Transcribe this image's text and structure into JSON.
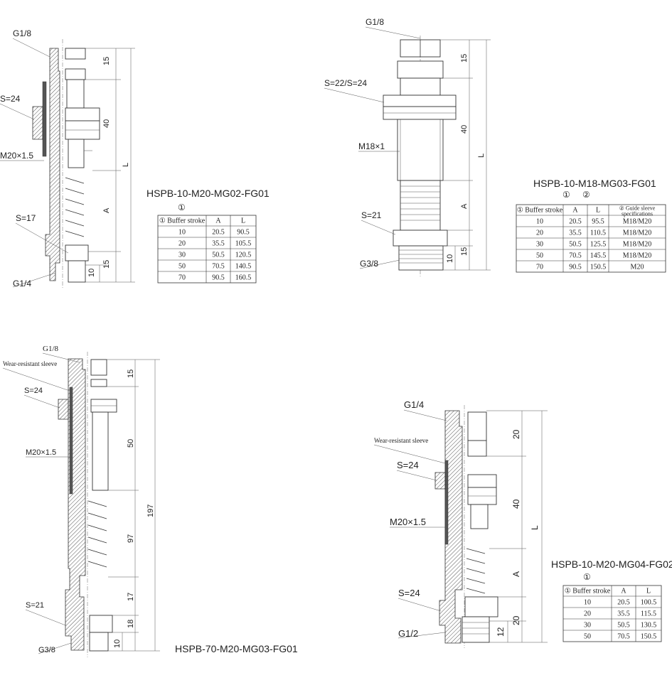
{
  "views": {
    "v1": {
      "title": "HSPB-10-M20-MG02-FG01",
      "markers": [
        "①"
      ],
      "labels": {
        "top_thread": "G1/8",
        "nut": "S=24",
        "thread": "M20×1.5",
        "bottom_nut": "S=17",
        "bottom_thread": "G1/4"
      },
      "dims": {
        "d1": "15",
        "d2": "40",
        "d3": "A",
        "d4": "15",
        "d5": "10",
        "total": "L"
      },
      "table": {
        "headers": [
          "① Buffer stroke",
          "A",
          "L"
        ],
        "rows": [
          [
            "10",
            "20.5",
            "90.5"
          ],
          [
            "20",
            "35.5",
            "105.5"
          ],
          [
            "30",
            "50.5",
            "120.5"
          ],
          [
            "50",
            "70.5",
            "140.5"
          ],
          [
            "70",
            "90.5",
            "160.5"
          ]
        ]
      }
    },
    "v2": {
      "title": "HSPB-10-M18-MG03-FG01",
      "markers": [
        "①",
        "②"
      ],
      "labels": {
        "top_thread": "G1/8",
        "nut": "S=22/S=24",
        "thread": "M18×1",
        "bottom_nut": "S=21",
        "bottom_thread": "G3/8"
      },
      "dims": {
        "d1": "15",
        "d2": "40",
        "d3": "A",
        "d4": "15",
        "d5": "10",
        "total": "L"
      },
      "table": {
        "headers": [
          "① Buffer stroke",
          "A",
          "L",
          "② Guide sleeve specifications"
        ],
        "rows": [
          [
            "10",
            "20.5",
            "95.5",
            "M18/M20"
          ],
          [
            "20",
            "35.5",
            "110.5",
            "M18/M20"
          ],
          [
            "30",
            "50.5",
            "125.5",
            "M18/M20"
          ],
          [
            "50",
            "70.5",
            "145.5",
            "M18/M20"
          ],
          [
            "70",
            "90.5",
            "150.5",
            "M20"
          ]
        ]
      }
    },
    "v3": {
      "title": "HSPB-70-M20-MG03-FG01",
      "labels": {
        "top_thread": "G1/8",
        "sleeve": "Wear-resistant sleeve",
        "nut": "S=24",
        "thread": "M20×1.5",
        "bottom_nut": "S=21",
        "bottom_thread": "G3/8"
      },
      "dims": {
        "d1": "15",
        "d2": "50",
        "d3": "97",
        "d4": "17",
        "d5": "18",
        "d6": "10",
        "total": "197"
      }
    },
    "v4": {
      "title": "HSPB-10-M20-MG04-FG02",
      "markers": [
        "①"
      ],
      "labels": {
        "top_thread": "G1/4",
        "sleeve": "Wear-resistant sleeve",
        "nut": "S=24",
        "thread": "M20×1.5",
        "bottom_nut": "S=24",
        "bottom_thread": "G1/2"
      },
      "dims": {
        "d1": "20",
        "d2": "40",
        "d3": "A",
        "d4": "20",
        "d5": "12",
        "total": "L"
      },
      "table": {
        "headers": [
          "① Buffer stroke",
          "A",
          "L"
        ],
        "rows": [
          [
            "10",
            "20.5",
            "100.5"
          ],
          [
            "20",
            "35.5",
            "115.5"
          ],
          [
            "30",
            "50.5",
            "130.5"
          ],
          [
            "50",
            "70.5",
            "150.5"
          ]
        ]
      }
    }
  }
}
